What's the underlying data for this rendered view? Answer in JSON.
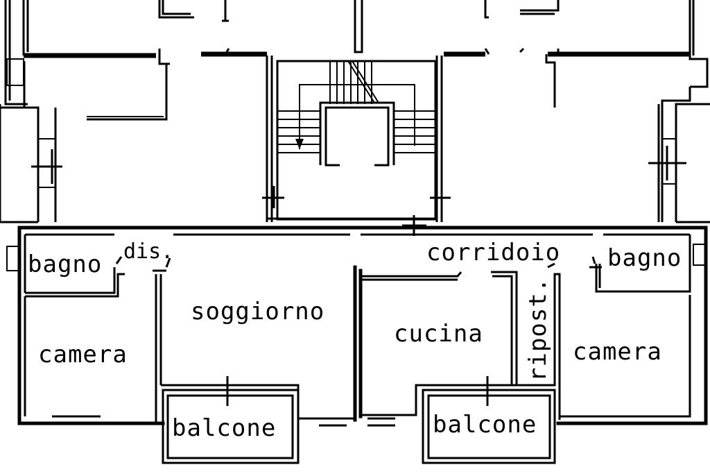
{
  "rooms": {
    "bagno_left": "bagno",
    "dis": "dis.",
    "corridoio": "corridoio",
    "bagno_right": "bagno",
    "soggiorno": "soggiorno",
    "cucina": "cucina",
    "ripost": "ripost.",
    "camera_left": "camera",
    "camera_right": "camera",
    "balcone_left": "balcone",
    "balcone_right": "balcone"
  }
}
